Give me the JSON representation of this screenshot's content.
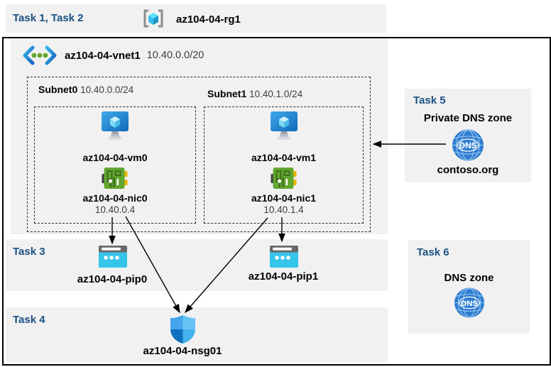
{
  "colors": {
    "band_bg": "#f1f1f1",
    "heading_blue": "#1b5082",
    "arrow": "#000000",
    "dns_circle": "#2e7dd1",
    "pip_cyan": "#35c4ea",
    "nic_green": "#62a72f",
    "vm_blue": "#1f86dc"
  },
  "header": {
    "task_label": "Task 1, Task 2",
    "rg_name": "az104-04-rg1",
    "rg_icon": "resource-group-icon"
  },
  "vnet": {
    "name": "az104-04-vnet1",
    "cidr": "10.40.0.0/20",
    "icon": "virtual-network-icon",
    "subnets": [
      {
        "name": "Subnet0",
        "cidr": "10.40.0.0/24",
        "vm": "az104-04-vm0",
        "nic": "az104-04-nic0",
        "ip": "10.40.0.4"
      },
      {
        "name": "Subnet1",
        "cidr": "10.40.1.0/24",
        "vm": "az104-04-vm1",
        "nic": "az104-04-nic1",
        "ip": "10.40.1.4"
      }
    ]
  },
  "task3": {
    "label": "Task 3",
    "pip0": "az104-04-pip0",
    "pip1": "az104-04-pip1",
    "icon": "public-ip-icon"
  },
  "task4": {
    "label": "Task 4",
    "nsg": "az104-04-nsg01",
    "icon": "nsg-shield-icon"
  },
  "task5": {
    "label": "Task 5",
    "title": "Private DNS zone",
    "zone": "contoso.org",
    "icon": "dns-globe-icon",
    "dns_text": "DNS"
  },
  "task6": {
    "label": "Task 6",
    "title": "DNS zone",
    "icon": "dns-globe-icon",
    "dns_text": "DNS"
  },
  "connections": [
    {
      "from": "az104-04-nic0",
      "to": "az104-04-pip0"
    },
    {
      "from": "az104-04-nic0",
      "to": "az104-04-nsg01"
    },
    {
      "from": "az104-04-nic1",
      "to": "az104-04-pip1"
    },
    {
      "from": "az104-04-nic1",
      "to": "az104-04-nsg01"
    },
    {
      "from": "contoso.org",
      "to": "az104-04-vnet1"
    }
  ]
}
